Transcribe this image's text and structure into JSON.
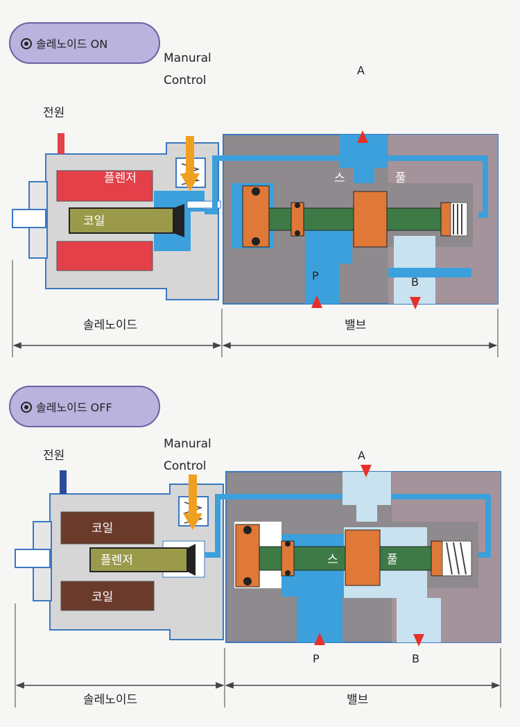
{
  "colors": {
    "housing": "#d6d6d6",
    "valve_body": "#8e8a8e",
    "oil_blue": "#3ba0dc",
    "light_cyan": "#c8e2f0",
    "coil_red": "#e3404a",
    "coil_brown": "#6a3a2a",
    "plunger_olive": "#9b9a4a",
    "spool_green": "#3e7a45",
    "land_orange": "#e07838",
    "arrow_orange": "#f0a020",
    "pill_fill": "#b9b3dd",
    "arrow_red": "#e8302a"
  },
  "panels": [
    {
      "state_label": "솔레노이드 ON",
      "manual_line1": "Manural",
      "manual_line2": "Control",
      "power_label": "전원",
      "coil_label": "코일",
      "plunger_label": "플렌저",
      "spool_left": "스",
      "spool_right": "풀",
      "port_a": "A",
      "port_p": "P",
      "port_b": "B",
      "solenoid_label": "솔레노이드",
      "valve_label": "밸브"
    },
    {
      "state_label": "솔레노이드 OFF",
      "manual_line1": "Manural",
      "manual_line2": "Control",
      "power_label": "전원",
      "coil_top": "코일",
      "coil_bottom": "코일",
      "plunger_label": "플렌저",
      "spool_left": "스",
      "spool_right": "풀",
      "port_a": "A",
      "port_p": "P",
      "port_b": "B",
      "solenoid_label": "솔레노이드",
      "valve_label": "밸브"
    }
  ]
}
